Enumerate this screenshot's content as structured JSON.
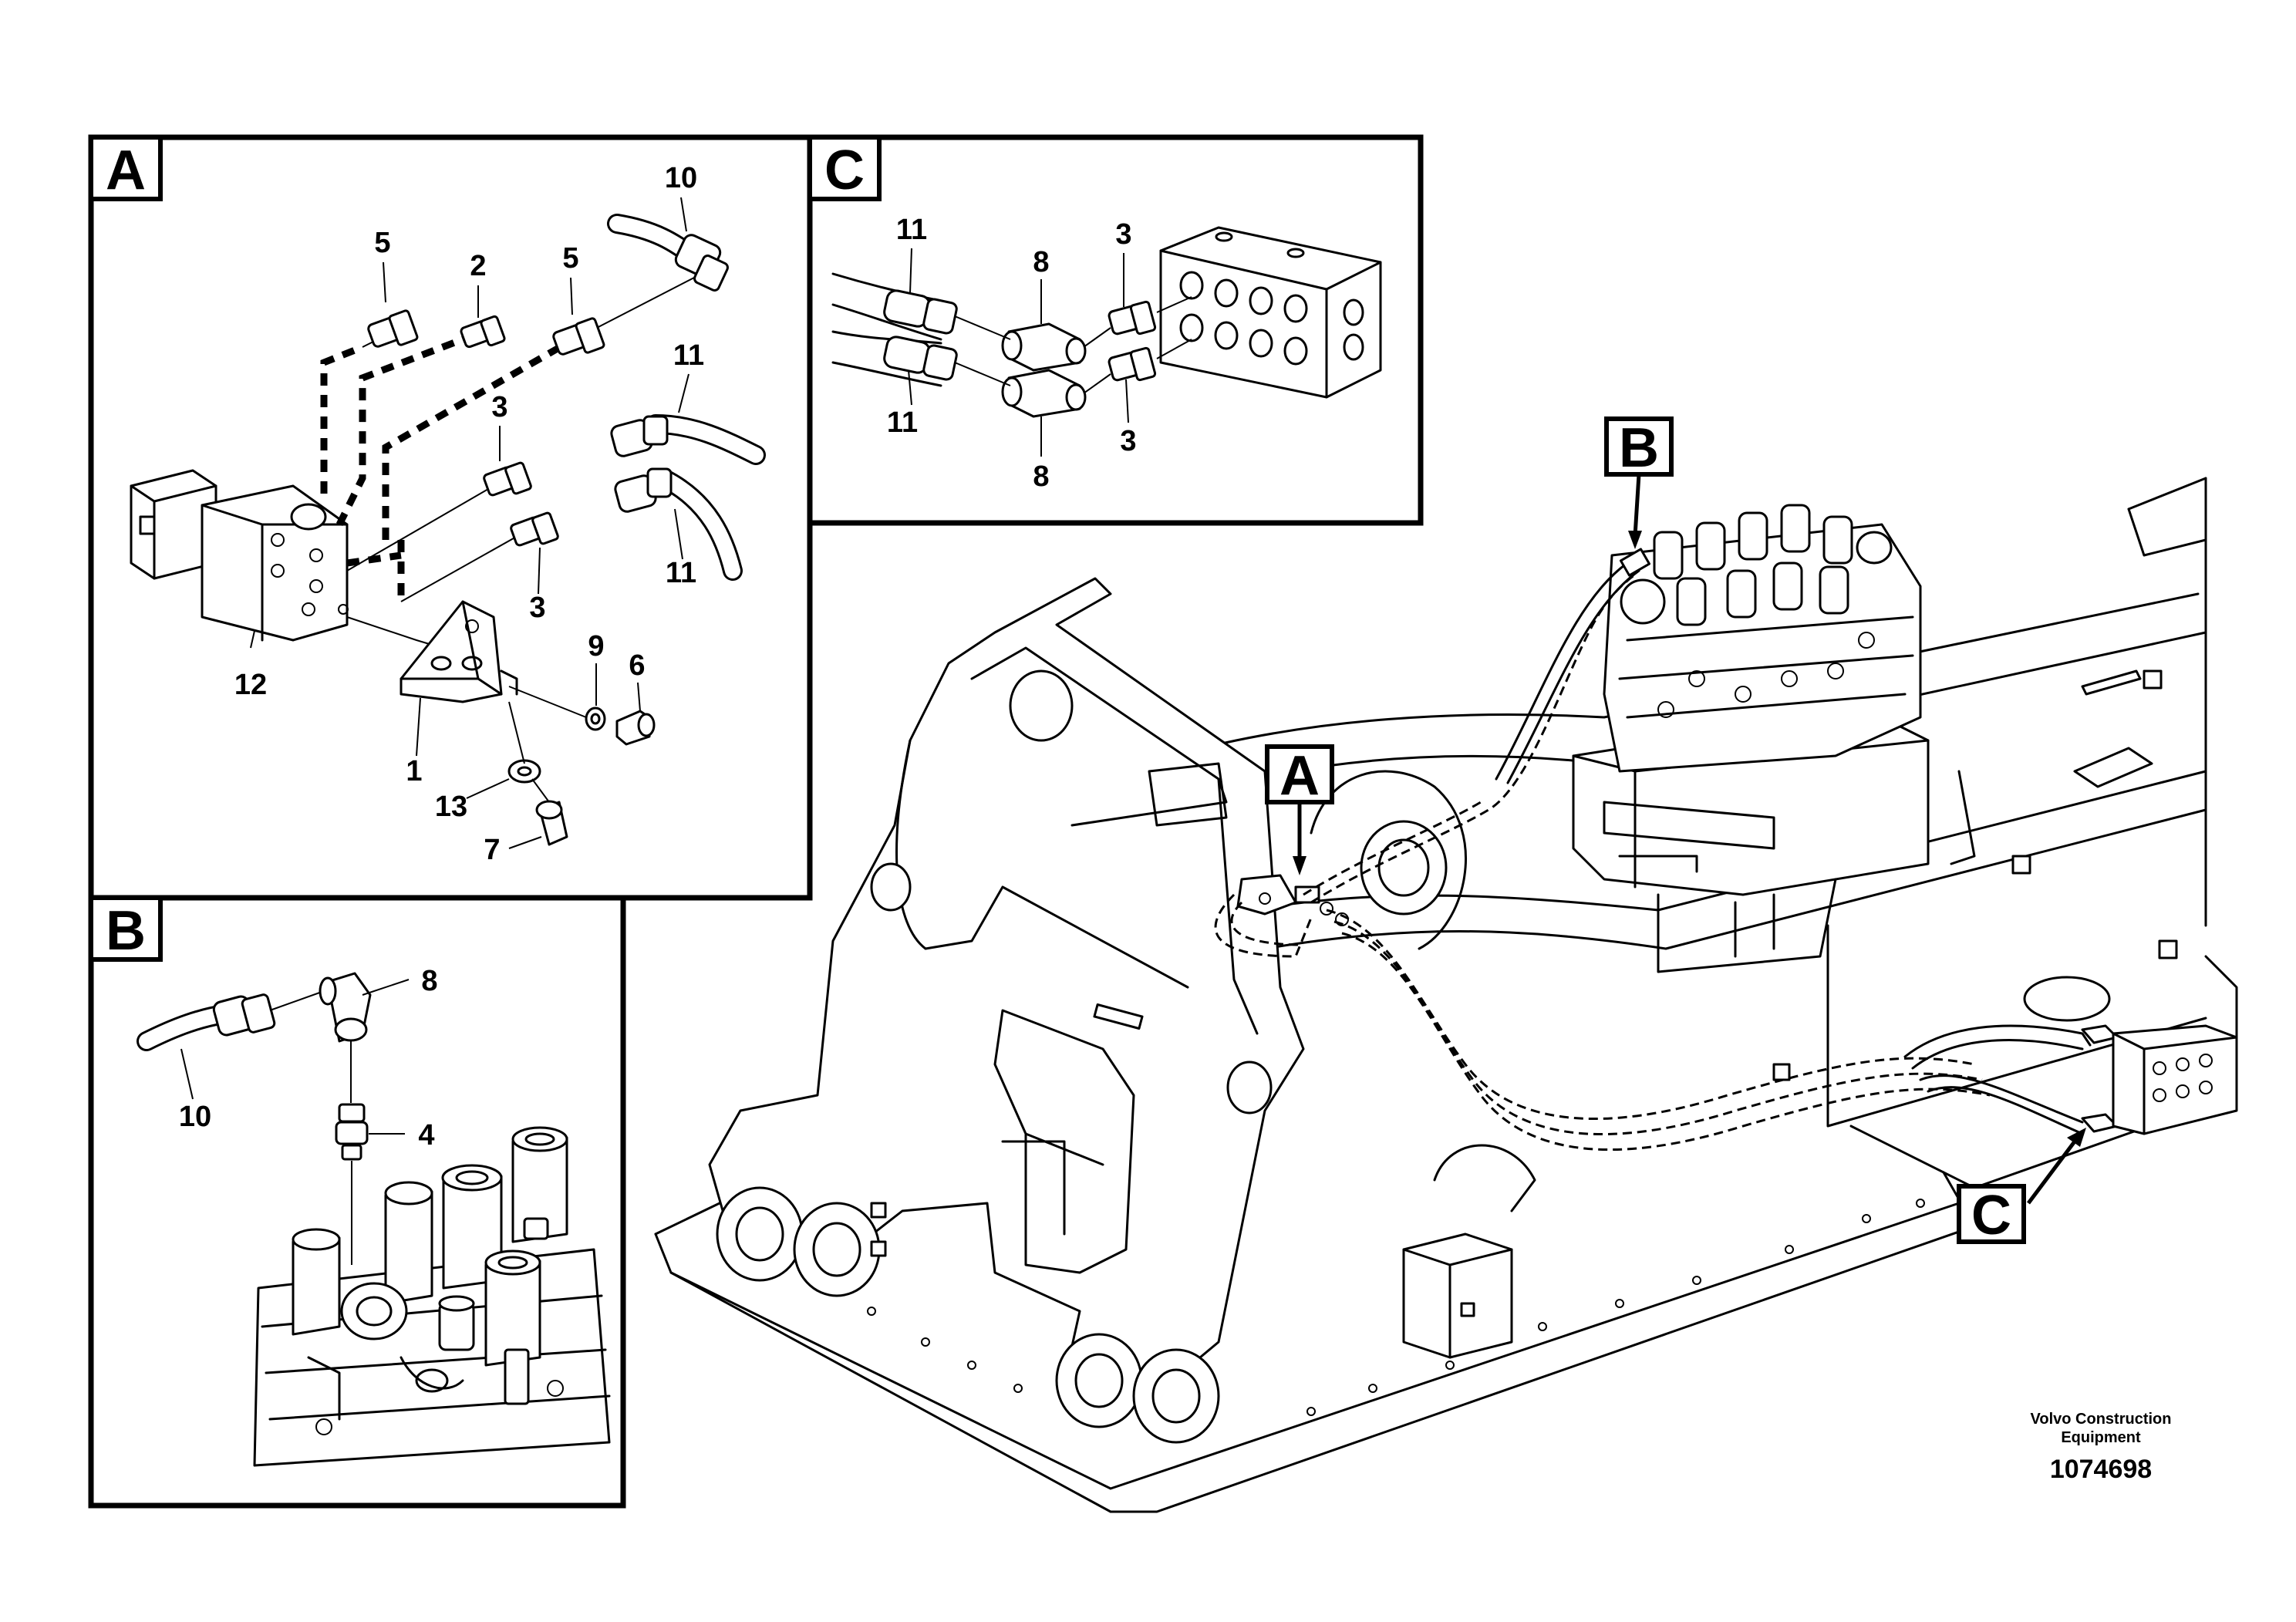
{
  "panels": {
    "A": {
      "letter": "A",
      "callouts": [
        "10",
        "5",
        "2",
        "5",
        "11",
        "3",
        "11",
        "3",
        "9",
        "6",
        "12",
        "1",
        "13",
        "7"
      ]
    },
    "B": {
      "letter": "B",
      "callouts": [
        "8",
        "10",
        "4"
      ]
    },
    "C": {
      "letter": "C",
      "callouts": [
        "11",
        "8",
        "3",
        "11",
        "8",
        "3"
      ]
    }
  },
  "main_view": {
    "markers": [
      "A",
      "B",
      "C"
    ]
  },
  "footer": {
    "company_line1": "Volvo Construction",
    "company_line2": "Equipment",
    "drawing_number": "1074698"
  }
}
